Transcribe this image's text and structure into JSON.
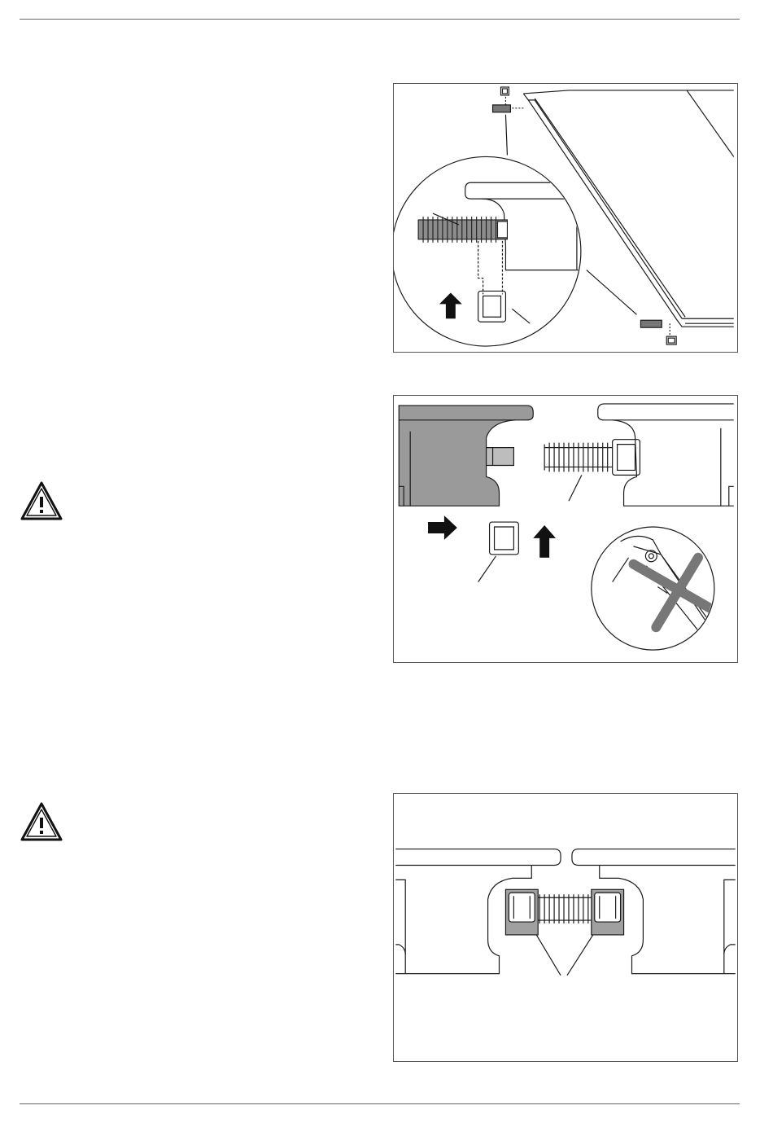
{
  "page": {
    "figures": [
      {
        "name": "figure-1",
        "description_icon": "collector-connection-exploded-icon"
      },
      {
        "name": "figure-2",
        "description_icon": "collector-hose-clip-icon"
      },
      {
        "name": "figure-3",
        "description_icon": "collector-joined-icon"
      }
    ],
    "warnings": [
      {
        "name": "warning-1",
        "icon": "warning-triangle-icon"
      },
      {
        "name": "warning-2",
        "icon": "warning-triangle-icon"
      }
    ],
    "colors": {
      "line": "#1a1a1a",
      "grey_panel": "#9a9a9a",
      "clip_grey": "#a0a0a0",
      "border": "#555555"
    }
  }
}
